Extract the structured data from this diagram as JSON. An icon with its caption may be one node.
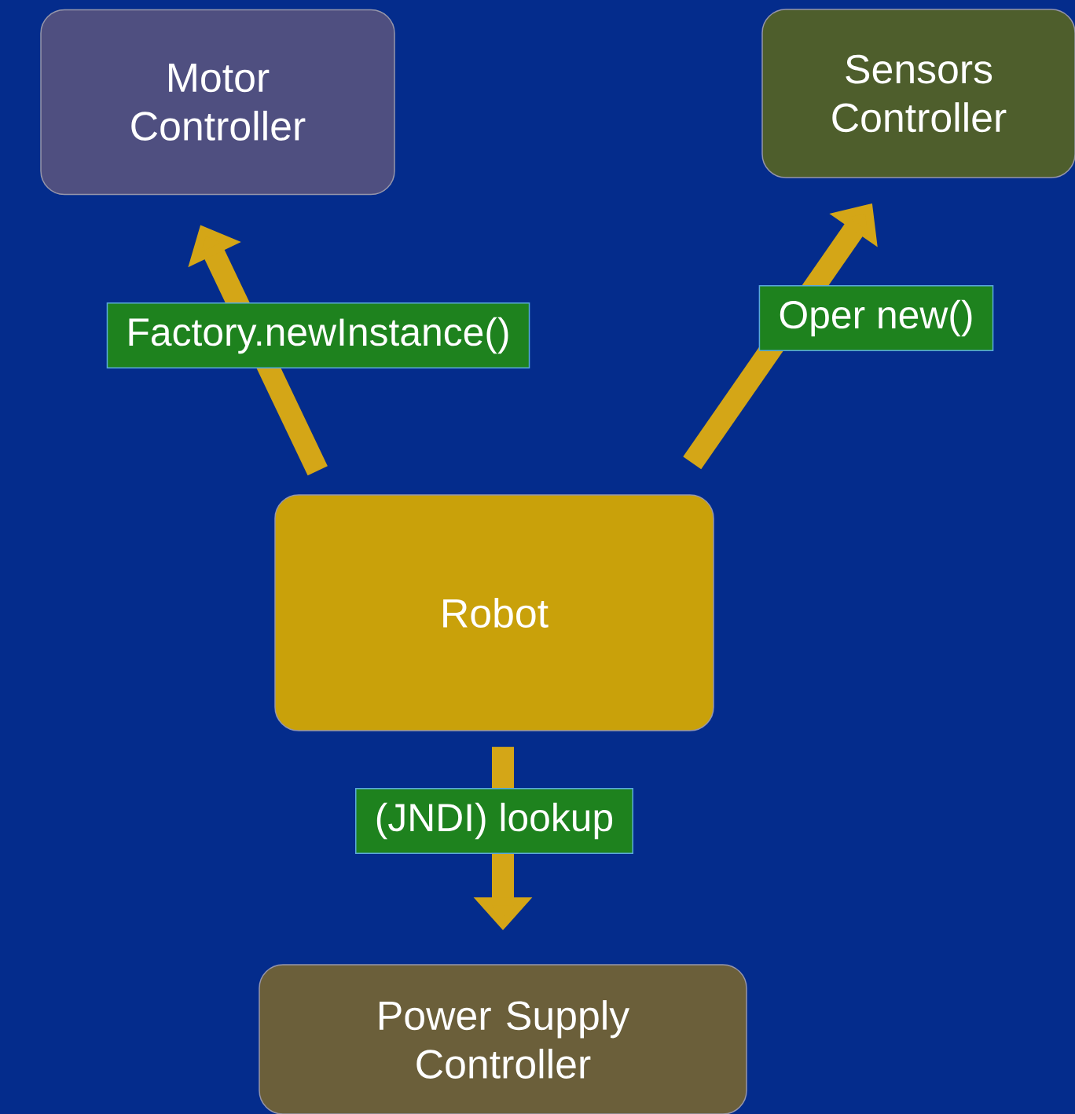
{
  "diagram": {
    "nodes": [
      {
        "text": [
          "Motor Controller"
        ]
      },
      {
        "text": [
          "Sensors Controller"
        ]
      },
      {
        "text": [
          "Robot"
        ]
      },
      {
        "text": [
          "Power Supply Controller"
        ]
      }
    ],
    "edges": [
      {
        "from": 2,
        "to": 0,
        "arrow": "to",
        "label": "Factory.newInstance()"
      },
      {
        "from": 2,
        "to": 1,
        "arrow": "to",
        "label": "Oper new()"
      },
      {
        "from": 2,
        "to": 3,
        "arrow": "to",
        "label": "(JNDI) lookup"
      }
    ]
  }
}
